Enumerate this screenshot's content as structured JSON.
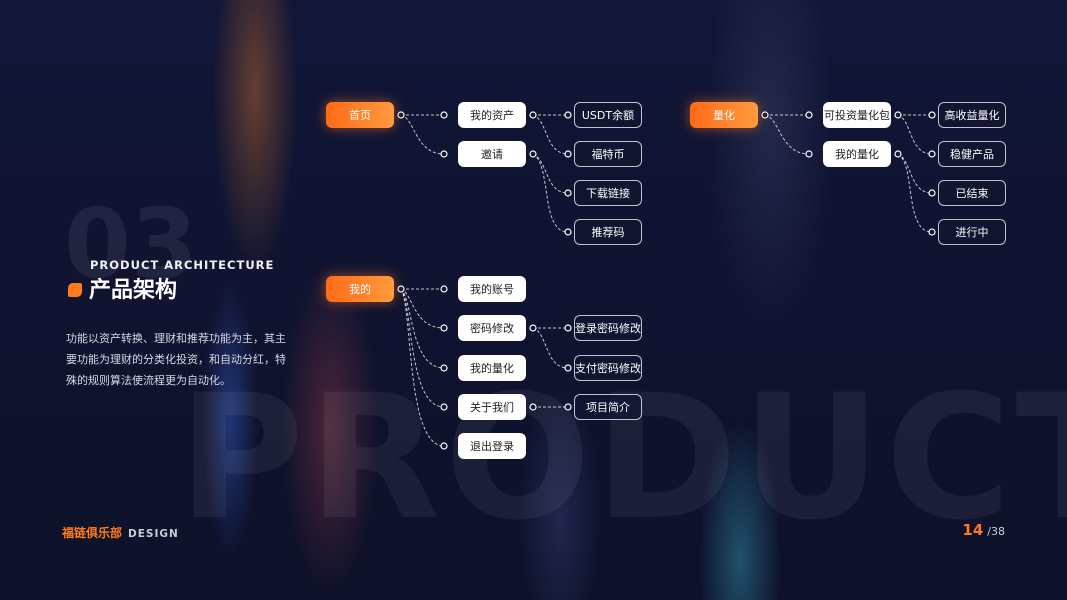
{
  "section": {
    "number": "03",
    "english_title": "PRODUCT ARCHITECTURE",
    "title": "产品架构",
    "description": "功能以资产转换、理财和推荐功能为主，其主要功能为理财的分类化投资，和自动分红，特殊的规则算法使流程更为自动化。",
    "background_word": "PRODUCT"
  },
  "footer": {
    "brand": "福链俱乐部",
    "brand_sub": "DESIGN",
    "page_current": "14",
    "page_total": "/38"
  },
  "colors": {
    "accent": "#ff7a1a",
    "background": "#0f1330"
  },
  "tree": {
    "home": {
      "label": "首页",
      "assets": "我的资产",
      "invite": "邀请",
      "usdt": "USDT余额",
      "fute": "福特币",
      "download": "下载链接",
      "ref_code": "推荐码"
    },
    "quant": {
      "label": "量化",
      "packages": "可投资量化包",
      "my_quant": "我的量化",
      "high_yield": "高收益量化",
      "stable": "稳健产品",
      "ended": "已结束",
      "running": "进行中"
    },
    "mine": {
      "label": "我的",
      "account": "我的账号",
      "password": "密码修改",
      "my_quant": "我的量化",
      "about": "关于我们",
      "logout": "退出登录",
      "login_pw": "登录密码修改",
      "pay_pw": "支付密码修改",
      "project_intro": "项目简介"
    }
  }
}
